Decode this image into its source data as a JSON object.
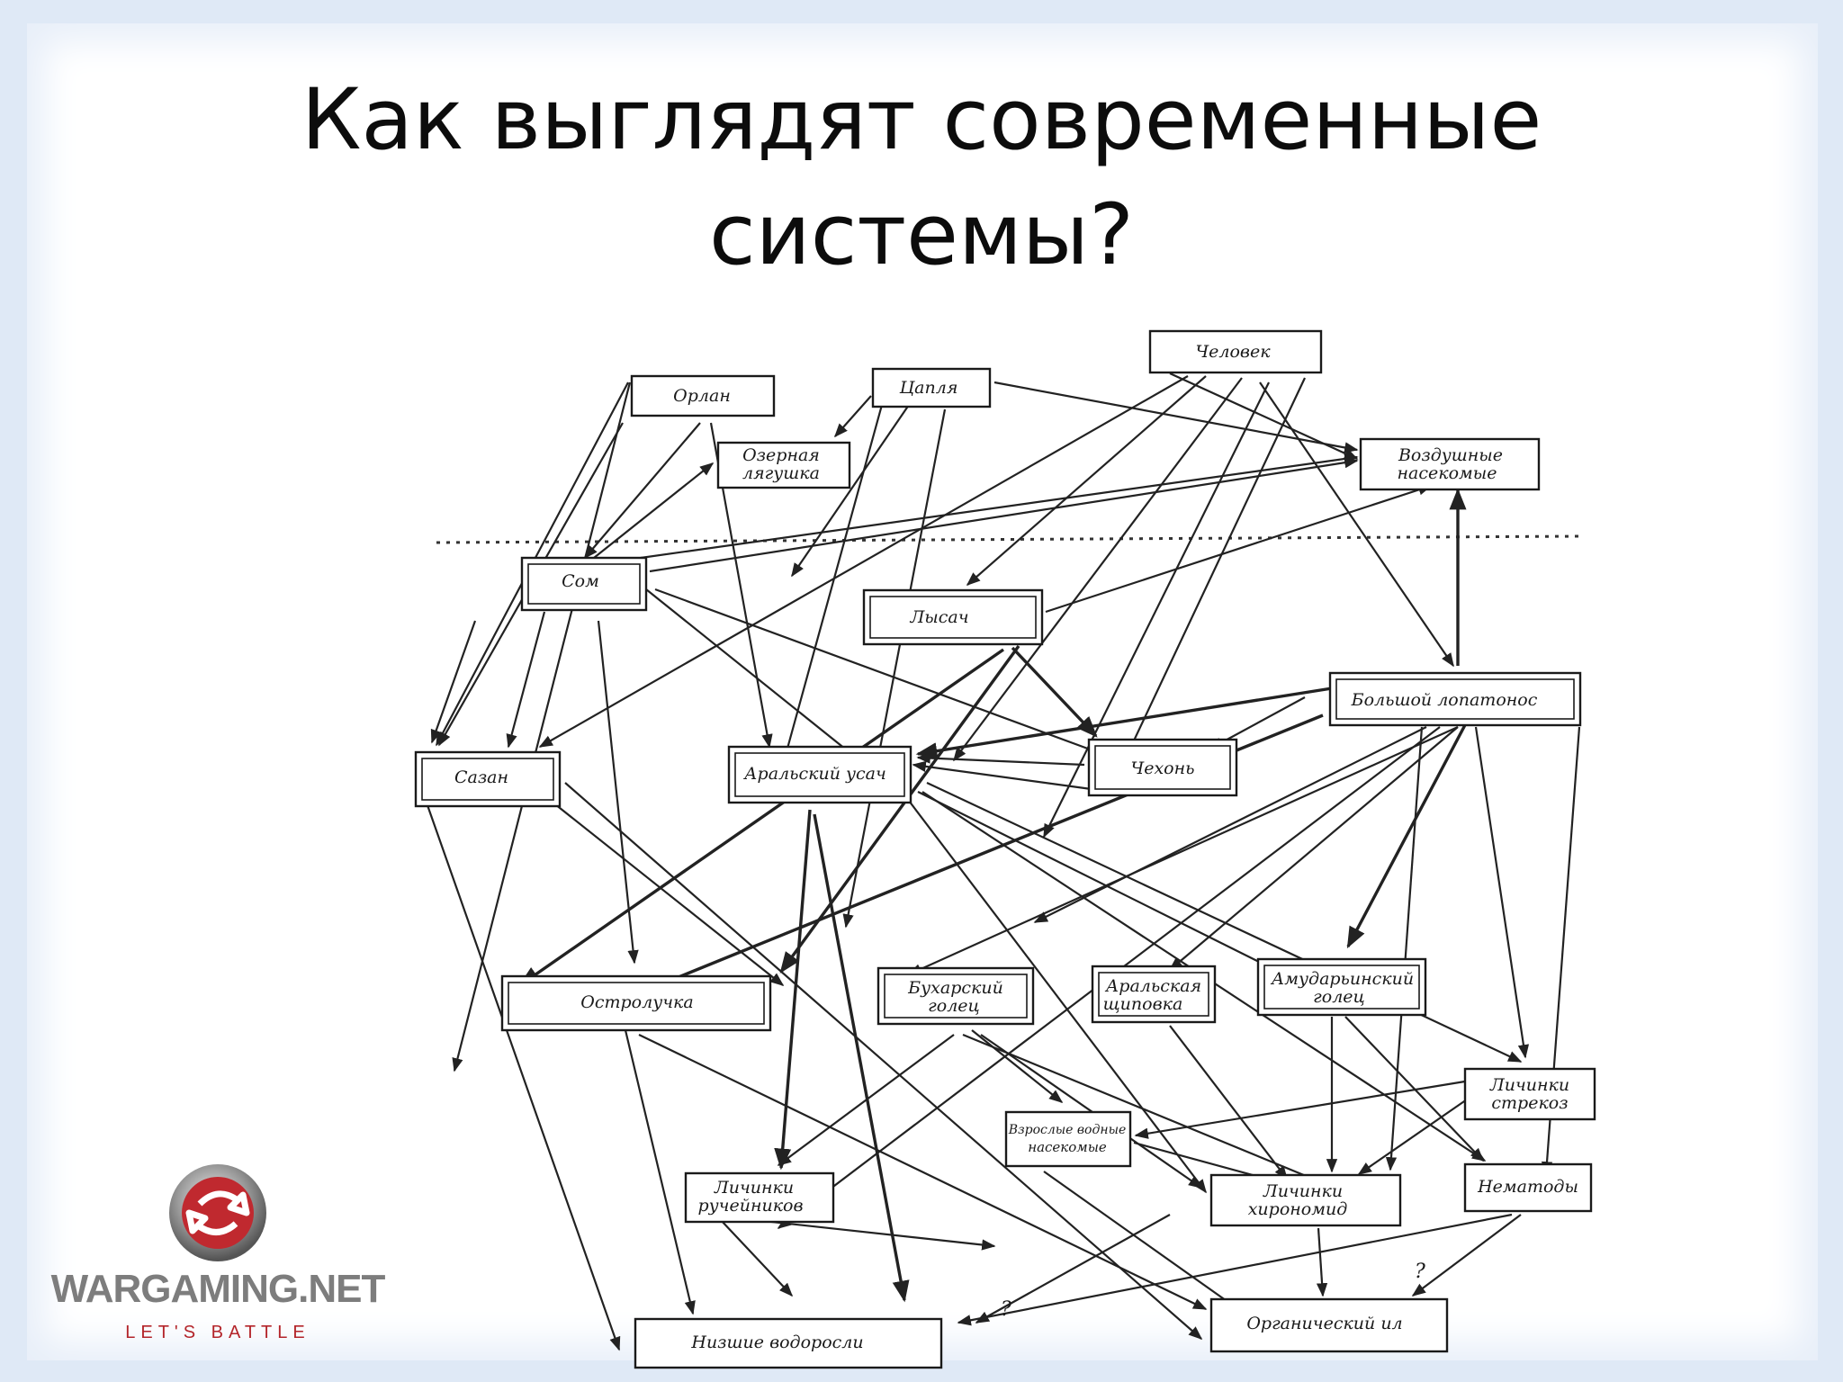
{
  "slide": {
    "title_line1": "Как выглядят современные",
    "title_line2": "системы?"
  },
  "nodes": {
    "chelovek": "Человек",
    "orlan": "Орлан",
    "caplya": "Цапля",
    "lyagushka_1": "Озерная",
    "lyagushka_2": "лягушка",
    "vozd_1": "Воздушные",
    "vozd_2": "насекомые",
    "som": "Сом",
    "lysach": "Лысач",
    "lopatonos": "Большой лопатонос",
    "sazan": "Сазан",
    "usach": "Аральский усач",
    "chehon": "Чехонь",
    "ostroluchka": "Остролучка",
    "buhar_1": "Бухарский",
    "buhar_2": "голец",
    "shipovka_1": "Аральская",
    "shipovka_2": "щиповка",
    "amudar_1": "Амударьинский",
    "amudar_2": "голец",
    "strekoz_1": "Личинки",
    "strekoz_2": "стрекоз",
    "vzrosl_1": "Взрослые водные",
    "vzrosl_2": "насекомые",
    "rucheyn_1": "Личинки",
    "rucheyn_2": "ручейников",
    "hiron_1": "Личинки",
    "hiron_2": "хирономид",
    "nematody": "Нематоды",
    "vodorosli": "Низшие водоросли",
    "il": "Органический ил",
    "question_mark": "?"
  },
  "logo": {
    "word": "WARGAMING.NET",
    "tagline": "LET'S BATTLE"
  }
}
